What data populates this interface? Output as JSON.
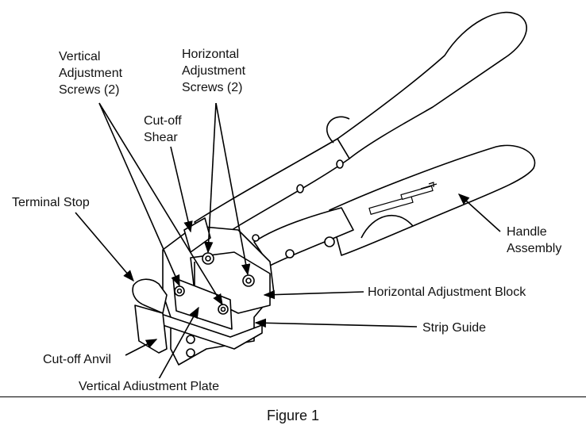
{
  "figure": {
    "caption": "Figure 1",
    "labels": {
      "vertical_screws": "Vertical\nAdjustment\nScrews (2)",
      "horizontal_screws": "Horizontal\nAdjustment\nScrews (2)",
      "cutoff_shear": "Cut-off\nShear",
      "terminal_stop": "Terminal Stop",
      "handle_assembly": "Handle\nAssembly",
      "horizontal_block": "Horizontal Adjustment Block",
      "strip_guide": "Strip Guide",
      "cutoff_anvil": "Cut-off Anvil",
      "vertical_plate": "Vertical Adiustment Plate"
    }
  }
}
